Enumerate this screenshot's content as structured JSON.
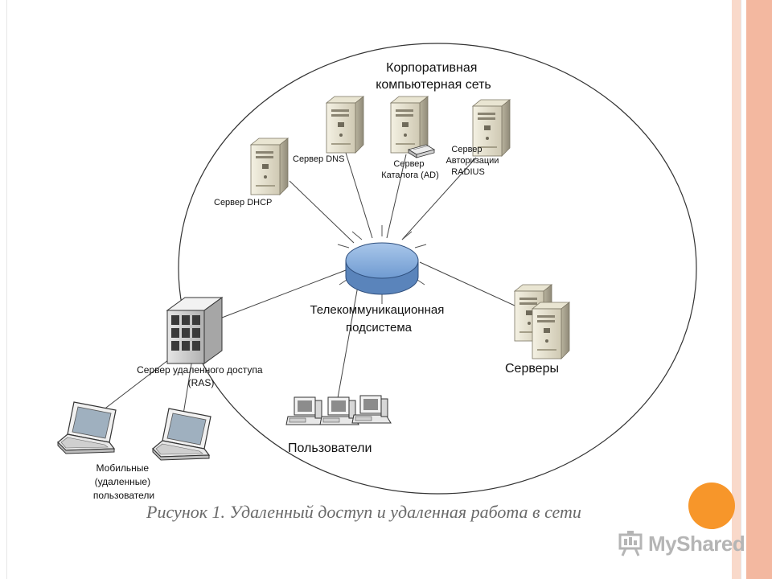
{
  "colors": {
    "stripe_light": "#f5c7b3",
    "stripe_mid": "#ec9f80",
    "orange_accent": "#f7962a",
    "hub_fill": "#7fa7d8",
    "hub_side": "#5a84bb",
    "line": "#444444"
  },
  "network": {
    "title_line1": "Корпоративная",
    "title_line2": "компьютерная сеть"
  },
  "nodes": {
    "dhcp": "Сервер DHCP",
    "dns": "Сервер DNS",
    "ad_line1": "Сервер",
    "ad_line2": "Каталога (AD)",
    "radius_line1": "Сервер",
    "radius_line2": "Авторизации",
    "radius_line3": "RADIUS",
    "hub_line1": "Телекоммуникационная",
    "hub_line2": "подсистема",
    "servers": "Серверы",
    "ras_line1": "Сервер удаленного доступа",
    "ras_line2": "(RAS)",
    "users": "Пользователи",
    "mobile_line1": "Мобильные",
    "mobile_line2": "(удаленные)",
    "mobile_line3": "пользователи"
  },
  "caption": "Рисунок 1. Удаленный доступ и удаленная работа в сети",
  "watermark": "MyShared",
  "icons": [
    "server-icon",
    "hub-icon",
    "laptop-icon",
    "workstation-icon",
    "presentation-icon"
  ]
}
